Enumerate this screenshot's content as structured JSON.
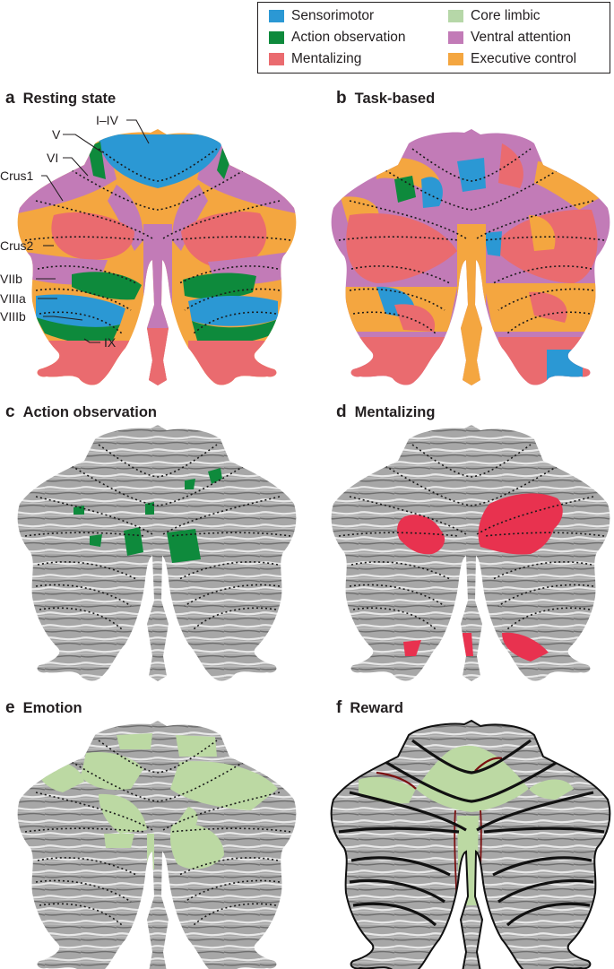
{
  "legend": {
    "items": [
      {
        "label": "Sensorimotor",
        "color": "#2b98d4"
      },
      {
        "label": "Core limbic",
        "color": "#b6d7a8"
      },
      {
        "label": "Action observation",
        "color": "#0e8a3c"
      },
      {
        "label": "Ventral attention",
        "color": "#c27bb7"
      },
      {
        "label": "Mentalizing",
        "color": "#ea6b6f"
      },
      {
        "label": "Executive control",
        "color": "#f4a640"
      }
    ]
  },
  "panels": {
    "a": {
      "letter": "a",
      "title": "Resting state"
    },
    "b": {
      "letter": "b",
      "title": "Task-based"
    },
    "c": {
      "letter": "c",
      "title": "Action observation",
      "overlay_color": "#0e8a3c"
    },
    "d": {
      "letter": "d",
      "title": "Mentalizing",
      "overlay_color": "#e8324f"
    },
    "e": {
      "letter": "e",
      "title": "Emotion",
      "overlay_color": "#bcd9a3"
    },
    "f": {
      "letter": "f",
      "title": "Reward",
      "overlay_color": "#bcd9a3"
    }
  },
  "lobule_labels": [
    "I–IV",
    "V",
    "VI",
    "Crus1",
    "Crus2",
    "VIIb",
    "VIIIa",
    "VIIIb",
    "IX"
  ],
  "colors": {
    "gray_surface": "#a9a9a9",
    "outline": "#2a2a2a",
    "reward_boundary": "#7a1010"
  }
}
